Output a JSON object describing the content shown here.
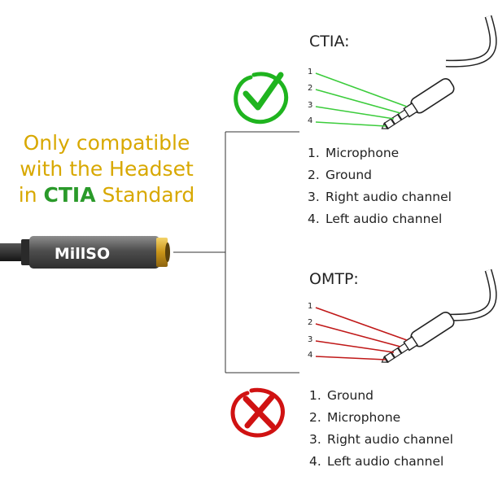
{
  "caption": {
    "line1": "Only compatible",
    "line2": "with the Headset",
    "line3_prefix": "in ",
    "line3_highlight": "CTIA",
    "line3_suffix": " Standard"
  },
  "brand": "MillSO",
  "ctia": {
    "title": "CTIA:",
    "pin_numbers": [
      "1",
      "2",
      "3",
      "4"
    ],
    "list_numbers": [
      "1.",
      "2.",
      "3.",
      "4."
    ],
    "pins": [
      "Microphone",
      "Ground",
      "Right audio channel",
      "Left audio channel"
    ],
    "status_icon": "check-mark-icon",
    "line_color": "#3ccc3c"
  },
  "omtp": {
    "title": "OMTP:",
    "pin_numbers": [
      "1",
      "2",
      "3",
      "4"
    ],
    "list_numbers": [
      "1.",
      "2.",
      "3.",
      "4."
    ],
    "pins": [
      "Ground",
      "Microphone",
      "Right audio channel",
      "Left audio channel"
    ],
    "status_icon": "cross-mark-icon",
    "line_color": "#c01818"
  },
  "colors": {
    "caption_text": "#d8a800",
    "highlight_text": "#2a9a2a",
    "check_green": "#1fb41f",
    "cross_red": "#d01212",
    "gold_connector": "#d9a826"
  }
}
